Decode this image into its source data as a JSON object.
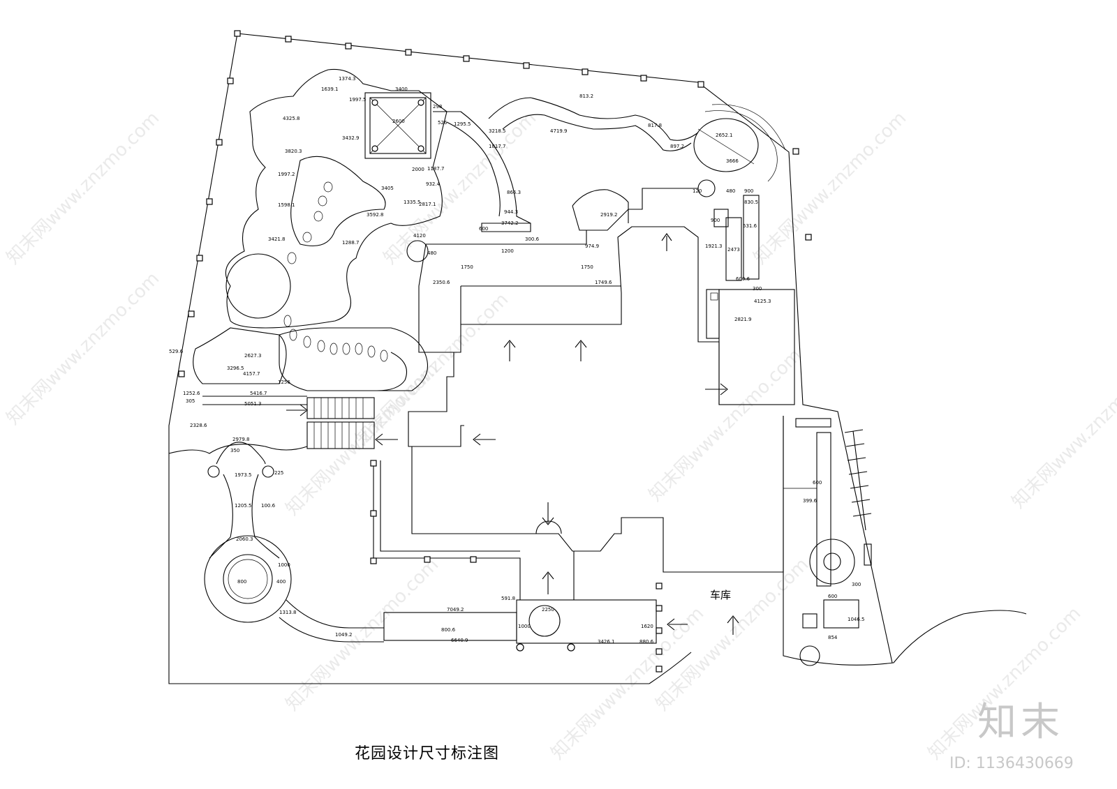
{
  "title": "花园设计尺寸标注图",
  "garage_label": "车库",
  "brand": "知末",
  "brand_id": "ID: 1136430669",
  "watermark": "知末网www.znzmo.com",
  "colors": {
    "line": "#000000",
    "background": "#ffffff",
    "watermark": "#d0d0d0"
  },
  "dimensions": [
    "4325.8",
    "3820.3",
    "1997.2",
    "1598.1",
    "3421.8",
    "1997.5",
    "3400",
    "2600",
    "3432.9",
    "1639.1",
    "1374.3",
    "298",
    "526",
    "1295.5",
    "2000",
    "1187.7",
    "932.4",
    "3405",
    "2817.1",
    "1335.5",
    "3592.8",
    "1288.7",
    "4120",
    "480",
    "2350.6",
    "1750",
    "1750",
    "1749.6",
    "1200",
    "600",
    "300.6",
    "866.3",
    "944.3",
    "3742.2",
    "3218.5",
    "1817.7",
    "4719.9",
    "3666",
    "2652.1",
    "897.2",
    "813.2",
    "817.8",
    "120",
    "480",
    "900",
    "830.5",
    "900",
    "531.6",
    "2473",
    "600.6",
    "1921.3",
    "974.9",
    "2919.2",
    "4125.3",
    "2821.9",
    "300",
    "529.6",
    "2627.3",
    "3296.5",
    "4157.7",
    "1256",
    "1252.6",
    "5416.7",
    "305",
    "5051.3",
    "2328.6",
    "2979.8",
    "350",
    "1973.5",
    "225",
    "1205.5",
    "100.6",
    "2060.3",
    "1000",
    "800",
    "400",
    "1313.8",
    "1049.2",
    "7049.2",
    "591.8",
    "800.6",
    "6640.9",
    "1000",
    "2250",
    "3426.1",
    "880.6",
    "1620",
    "600",
    "399.6",
    "600",
    "300",
    "1046.5",
    "854"
  ]
}
